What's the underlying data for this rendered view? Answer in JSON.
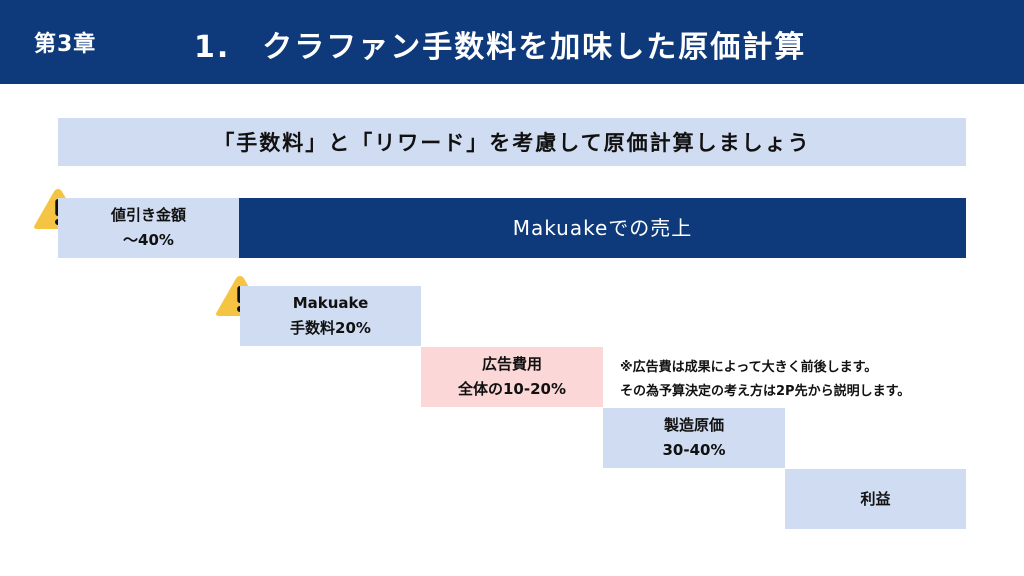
{
  "header": {
    "chapter": "第3章",
    "title": "1.　クラファン手数料を加味した原価計算"
  },
  "subtitle": "「手数料」と「リワード」を考慮して原価計算しましょう",
  "colors": {
    "navy": "#0e3a7c",
    "light_blue": "#cfdcf1",
    "pink": "#fbd7d7",
    "warning_yellow": "#f6c443"
  },
  "icons": {
    "warning": "warning-icon"
  },
  "boxes": {
    "discount": {
      "line1": "値引き金額",
      "line2": "〜40%"
    },
    "sales": {
      "label": "Makuakeでの売上"
    },
    "fee": {
      "line1": "Makuake",
      "line2": "手数料20%"
    },
    "ad": {
      "line1": "広告費用",
      "line2": "全体の10-20%"
    },
    "mfg": {
      "line1": "製造原価",
      "line2": "30-40%"
    },
    "profit": {
      "label": "利益"
    }
  },
  "note": {
    "line1": "※広告費は成果によって大きく前後します。",
    "line2": "その為予算決定の考え方は2P先から説明します。"
  }
}
